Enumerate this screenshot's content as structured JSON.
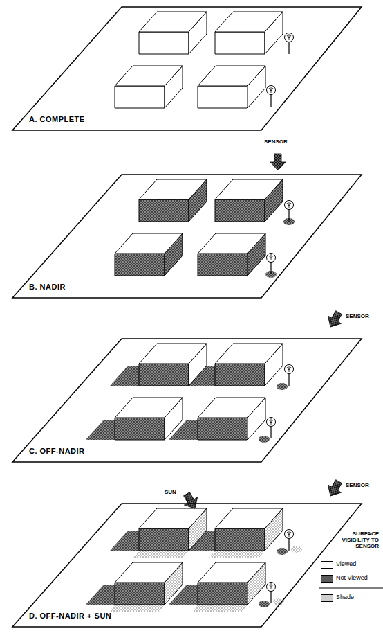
{
  "diagram": {
    "nodes": [
      {
        "text": [
          "A. COMPLETE"
        ]
      },
      {
        "text": [
          "B. NADIR"
        ]
      },
      {
        "text": [
          "C. OFF-NADIR"
        ]
      },
      {
        "text": [
          "D. OFF-NADIR + SUN"
        ]
      }
    ],
    "labels": [
      "SENSOR",
      "SENSOR",
      "SENSOR",
      "SUN",
      "SURFACE VISIBILITY TO SENSOR"
    ],
    "legend": [
      {
        "text": "Viewed",
        "color": "#ffffff"
      },
      {
        "text": "Not Viewed",
        "color": "#5a5a5a"
      },
      {
        "text": "Shade",
        "color": "#cfcfcf"
      }
    ]
  }
}
